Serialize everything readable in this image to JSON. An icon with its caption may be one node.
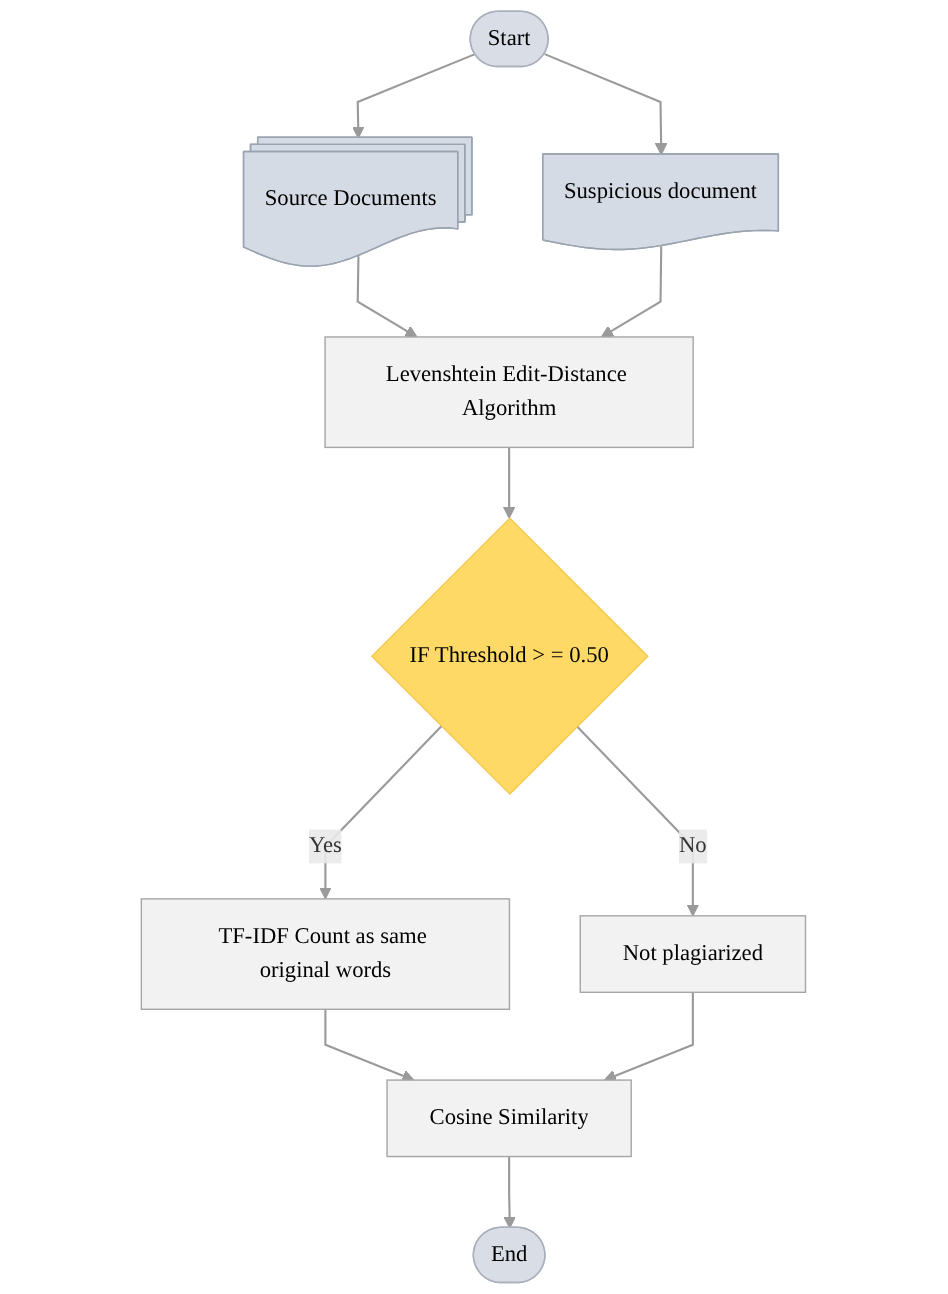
{
  "diagram": {
    "nodes": [
      {
        "text": [
          "Start"
        ]
      },
      {
        "text": [
          "Source Documents"
        ]
      },
      {
        "text": [
          "Suspicious document"
        ]
      },
      {
        "text": [
          "Levenshtein Edit-Distance Algorithm"
        ]
      },
      {
        "text": [
          "IF Threshold > = 0.50"
        ]
      },
      {
        "text": [
          "TF-IDF Count as same original words"
        ]
      },
      {
        "text": [
          "Not plagiarized"
        ]
      },
      {
        "text": [
          "Cosine Similarity"
        ]
      },
      {
        "text": [
          "End"
        ]
      }
    ],
    "edges": [
      {
        "from": 0,
        "to": 1,
        "arrow": "to"
      },
      {
        "from": 0,
        "to": 2,
        "arrow": "to"
      },
      {
        "from": 1,
        "to": 3,
        "arrow": "to"
      },
      {
        "from": 2,
        "to": 3,
        "arrow": "to"
      },
      {
        "from": 3,
        "to": 4,
        "arrow": "to"
      },
      {
        "from": 4,
        "to": 5,
        "label": "Yes",
        "arrow": "to"
      },
      {
        "from": 4,
        "to": 6,
        "label": "No",
        "arrow": "to"
      },
      {
        "from": 5,
        "to": 7,
        "arrow": "to"
      },
      {
        "from": 6,
        "to": 7,
        "arrow": "to"
      },
      {
        "from": 7,
        "to": 8,
        "arrow": "to"
      }
    ]
  }
}
